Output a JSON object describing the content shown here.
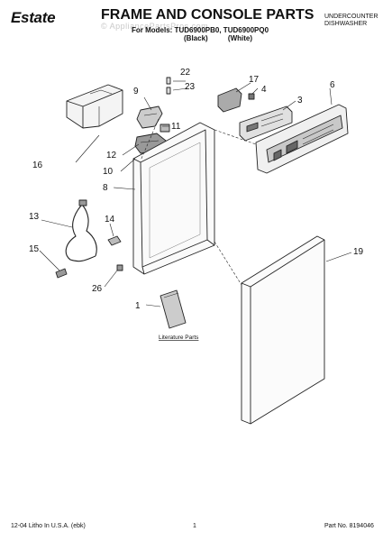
{
  "header": {
    "brand": "Estate",
    "title": "FRAME AND CONSOLE PARTS",
    "models": "For Models: TUD6900PB0, TUD6900PQ0",
    "colors": "(Black) (White)",
    "product_line1": "UNDERCOUNTER",
    "product_line2": "DISHWASHER",
    "watermark": "© AppliancePartsPros.com"
  },
  "callouts": {
    "c22": "22",
    "c23": "23",
    "c17": "17",
    "c4": "4",
    "c3": "3",
    "c6": "6",
    "c9": "9",
    "c11": "11",
    "c12": "12",
    "c10": "10",
    "c8": "8",
    "c16": "16",
    "c13": "13",
    "c14": "14",
    "c15": "15",
    "c26": "26",
    "c19": "19",
    "c1": "1"
  },
  "literature_label": "Literature Parts",
  "footer": {
    "left": "12-04 Litho In U.S.A. (ebk)",
    "page": "1",
    "part_no": "Part No. 8194046"
  }
}
